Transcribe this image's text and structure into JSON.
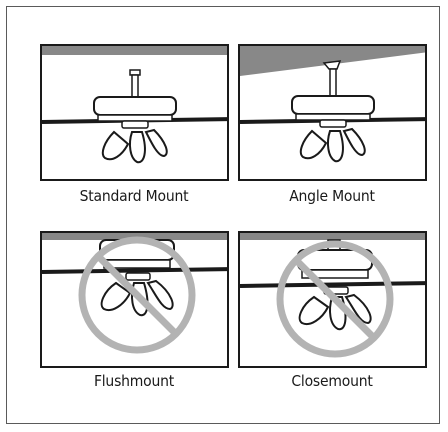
{
  "panels": [
    {
      "caption": "Standard Mount",
      "status": "recommended"
    },
    {
      "caption": "Angle Mount",
      "status": "recommended"
    },
    {
      "caption": "Flushmount",
      "status": "not-recommended"
    },
    {
      "caption": "Closemount",
      "status": "not-recommended"
    }
  ],
  "colors": {
    "line": "#1a1a1a",
    "ceiling_fill": "#888888",
    "prohibit": "#b3b3b3"
  }
}
